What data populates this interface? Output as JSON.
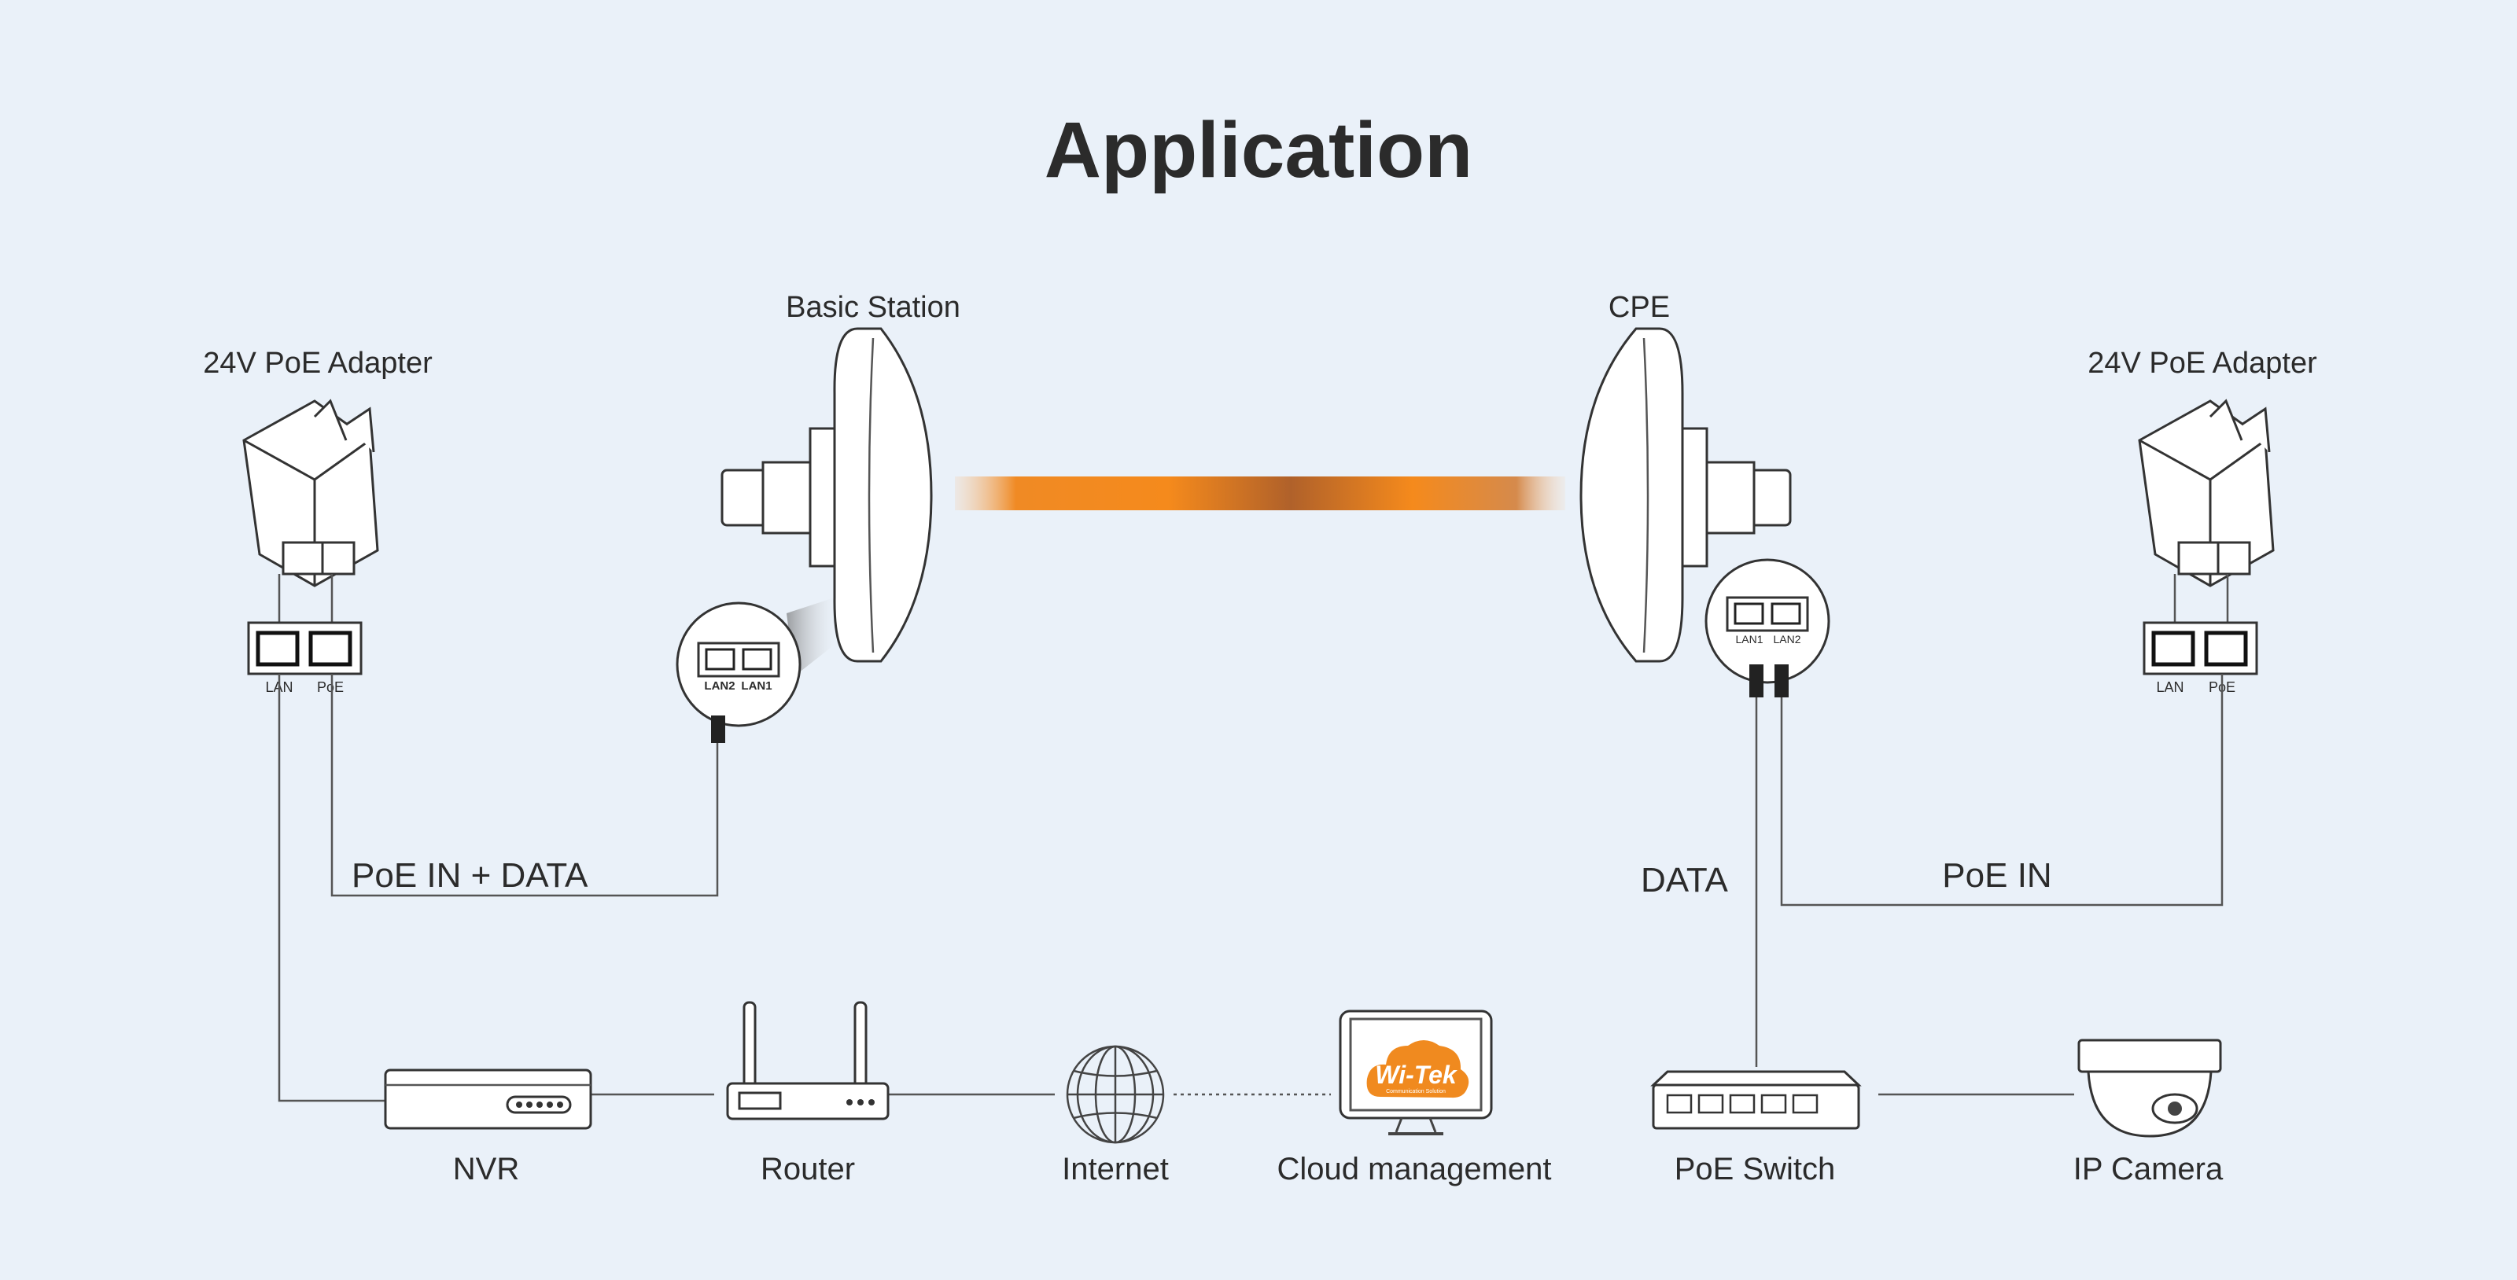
{
  "title": "Application",
  "devices": {
    "left_adapter": {
      "label": "24V PoE Adapter",
      "ports": [
        "LAN",
        "PoE"
      ]
    },
    "basic_station": {
      "label": "Basic Station",
      "ports": [
        "LAN2",
        "LAN1"
      ]
    },
    "cpe": {
      "label": "CPE",
      "ports": [
        "LAN1",
        "LAN2"
      ]
    },
    "right_adapter": {
      "label": "24V PoE Adapter",
      "ports": [
        "LAN",
        "PoE"
      ]
    },
    "nvr": {
      "label": "NVR"
    },
    "router": {
      "label": "Router"
    },
    "internet": {
      "label": "Internet"
    },
    "cloud": {
      "label": "Cloud management",
      "logo_text": "Wi-Tek",
      "logo_sub": "Communication Solution"
    },
    "poe_switch": {
      "label": "PoE Switch"
    },
    "ip_camera": {
      "label": "IP Camera"
    }
  },
  "links": {
    "left": "PoE IN + DATA",
    "data": "DATA",
    "right": "PoE IN"
  },
  "colors": {
    "background": "#eaf1f9",
    "beam": "#f08a24",
    "logo": "#f08a1f"
  }
}
